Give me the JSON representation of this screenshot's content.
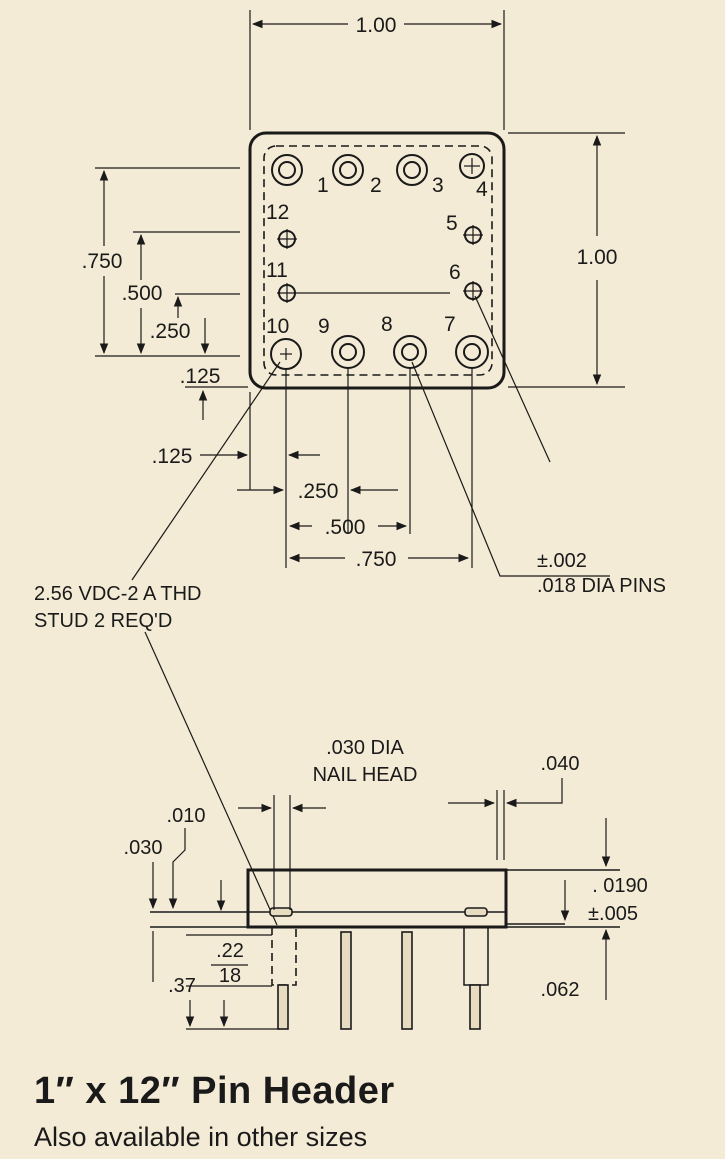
{
  "top_view": {
    "dim_width": "1.00",
    "dim_height": "1.00",
    "dim_750": ".750",
    "dim_500": ".500",
    "dim_250": ".250",
    "dim_125_v": ".125",
    "dim_125_h": ".125",
    "dim_250_b": ".250",
    "dim_500_b": ".500",
    "dim_750_b": ".750",
    "pin_labels": [
      "1",
      "2",
      "3",
      "4",
      "5",
      "6",
      "7",
      "8",
      "9",
      "10",
      "11",
      "12"
    ],
    "tolerance": "±.002",
    "pin_dia": ".018 DIA PINS",
    "stud_note_line1": "2.56 VDC-2 A THD",
    "stud_note_line2": "STUD 2 REQ'D"
  },
  "side_view": {
    "nail_line1": ".030 DIA",
    "nail_line2": "NAIL HEAD",
    "dim_040": ".040",
    "dim_010": ".010",
    "dim_030": ".030",
    "dim_0190": ". 0190",
    "dim_005": "±.005",
    "dim_22": ".22",
    "dim_18": "18",
    "dim_37": ".37",
    "dim_062": ".062"
  },
  "caption": {
    "title": "1″ x 12″ Pin Header",
    "subtitle": "Also available in other sizes"
  }
}
